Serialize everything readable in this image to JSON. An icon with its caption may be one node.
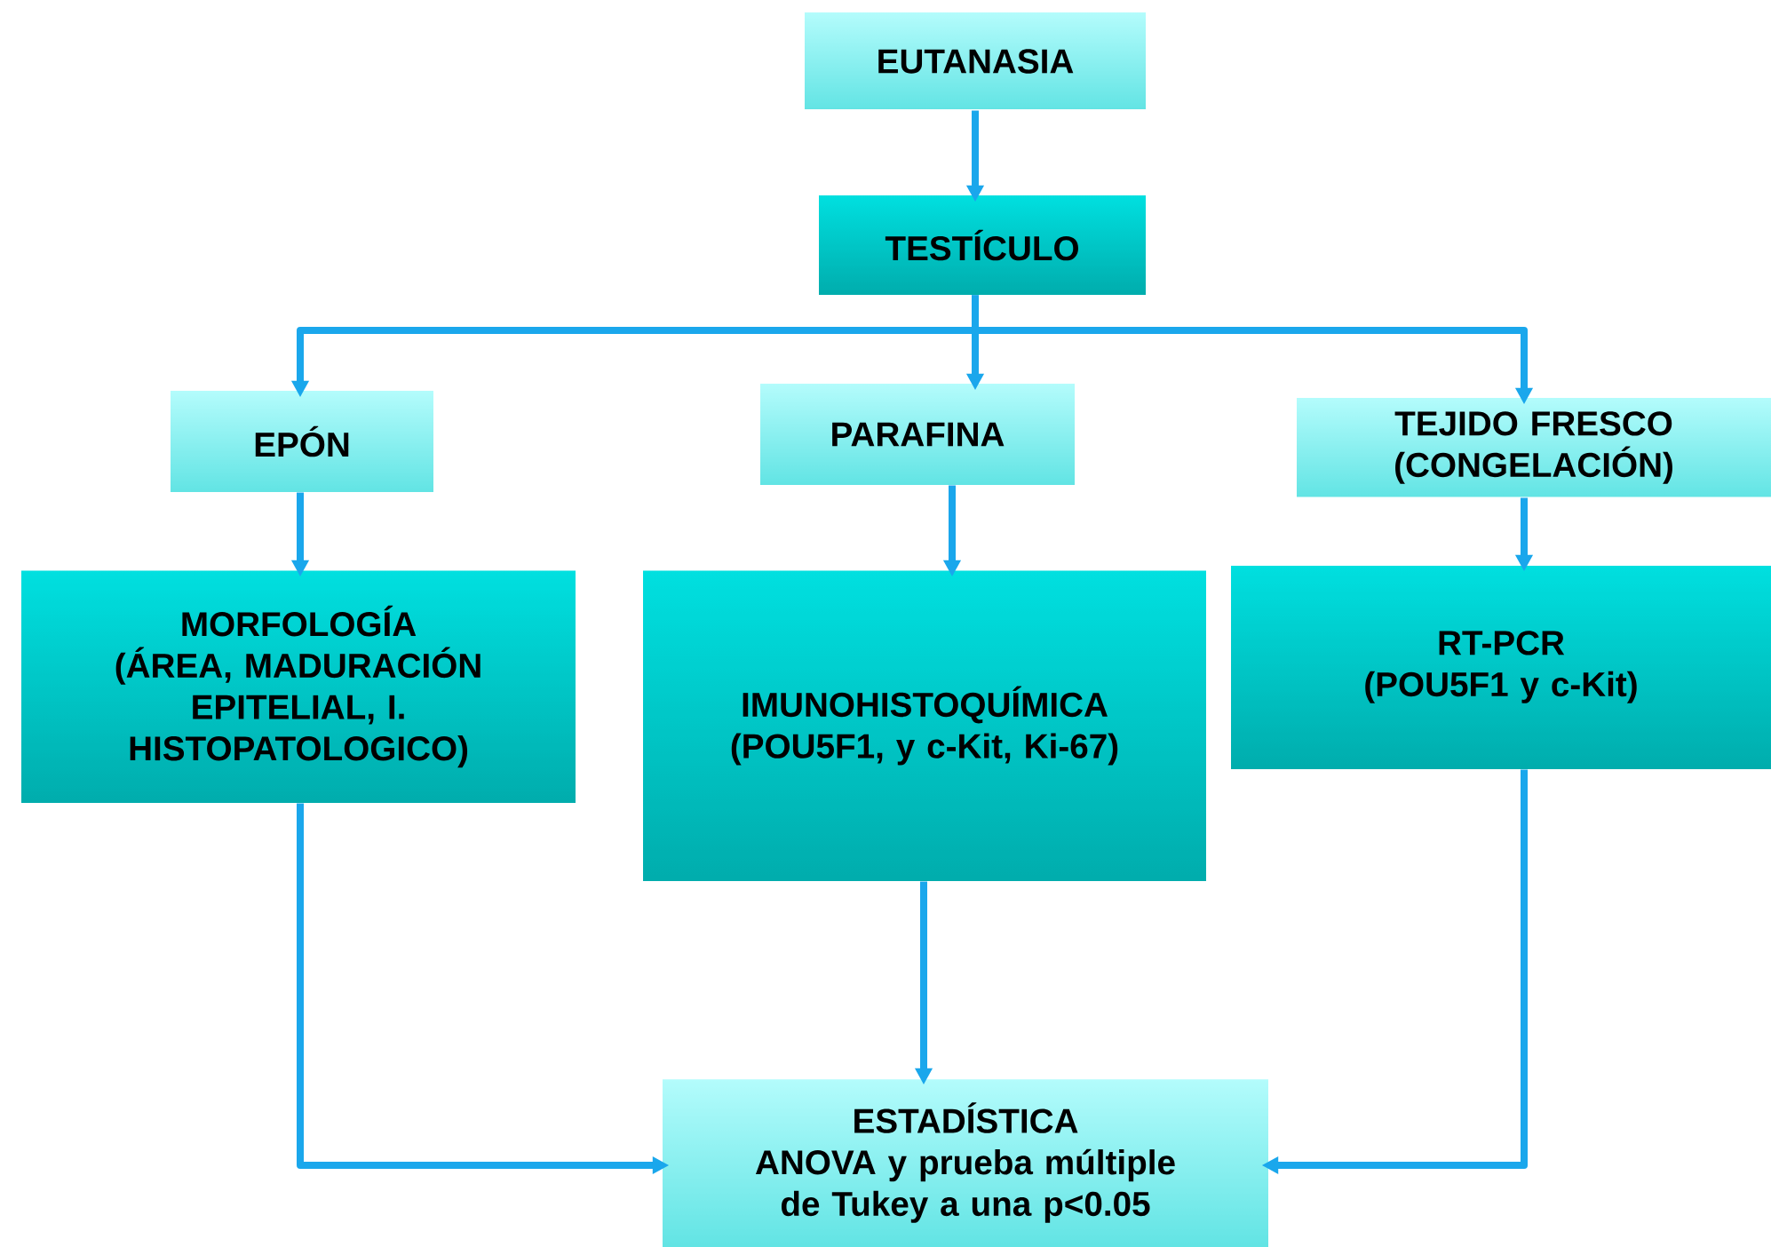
{
  "diagram": {
    "nodes": [
      {
        "text": [
          "EUTANASIA"
        ]
      },
      {
        "text": [
          "TESTÍCULO"
        ]
      },
      {
        "text": [
          "EPÓN"
        ]
      },
      {
        "text": [
          "PARAFINA"
        ]
      },
      {
        "text": [
          "TEJIDO FRESCO (CONGELACIÓN)"
        ]
      },
      {
        "text": [
          "MORFOLOGÍA",
          "(ÁREA, MADURACIÓN EPITELIAL, I. HISTOPATOLOGICO)"
        ]
      },
      {
        "text": [
          "IMUNOHISTOQUÍMICA",
          "(POU5F1, y c-Kit, Ki-67)"
        ]
      },
      {
        "text": [
          "RT-PCR",
          "(POU5F1 y c-Kit)"
        ]
      },
      {
        "text": [
          "ESTADÍSTICA",
          "ANOVA y prueba múltiple de Tukey a una p<0.05"
        ]
      }
    ],
    "edges": [
      {
        "from": 0,
        "to": 1,
        "arrow": "to"
      },
      {
        "from": 1,
        "to": 2,
        "arrow": "to"
      },
      {
        "from": 1,
        "to": 3,
        "arrow": "to"
      },
      {
        "from": 1,
        "to": 4,
        "arrow": "to"
      },
      {
        "from": 2,
        "to": 5,
        "arrow": "to"
      },
      {
        "from": 3,
        "to": 6,
        "arrow": "to"
      },
      {
        "from": 4,
        "to": 7,
        "arrow": "to"
      },
      {
        "from": 5,
        "to": 8,
        "arrow": "to"
      },
      {
        "from": 6,
        "to": 8,
        "arrow": "to"
      },
      {
        "from": 7,
        "to": 8,
        "arrow": "to"
      }
    ]
  }
}
